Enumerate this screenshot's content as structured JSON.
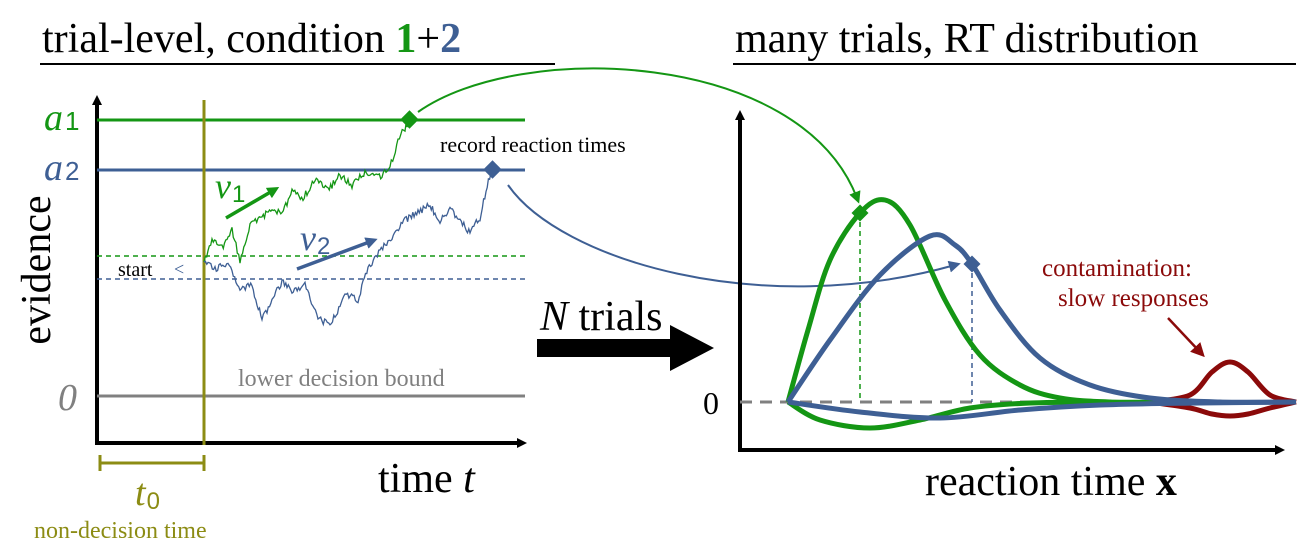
{
  "left_panel": {
    "title_prefix": "trial-level, condition ",
    "title_cond1": "1",
    "title_plus": "+",
    "title_cond2": "2",
    "y_axis_label": "evidence",
    "x_axis_label": "time ",
    "x_axis_var": "t",
    "a1_label": "a",
    "a1_sub": "1",
    "a2_label": "a",
    "a2_sub": "2",
    "zero_label": "0",
    "start_label": "start",
    "v1_label": "v",
    "v1_sub": "1",
    "v2_label": "v",
    "v2_sub": "2",
    "record_label": "record reaction times",
    "lower_bound_label": "lower decision bound",
    "t0_label": "t",
    "t0_sub": "0",
    "non_decision_label": "non-decision time"
  },
  "middle": {
    "n_label": "N",
    "trials_label": " trials"
  },
  "right_panel": {
    "title": "many trials, RT distribution",
    "zero_label": "0",
    "x_axis_label": "reaction time ",
    "x_axis_var": "x",
    "contamination_line1": "contamination:",
    "contamination_line2": "slow responses"
  },
  "colors": {
    "condition1": "#149614",
    "condition2": "#3e5f94",
    "non_decision": "#8c8c14",
    "lower_bound": "#808080",
    "contamination": "#8b0a0a",
    "axis": "#000000"
  }
}
